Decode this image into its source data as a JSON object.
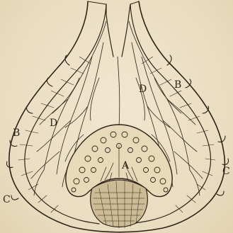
{
  "figure": {
    "labels": {
      "a": "A",
      "b_left": "B",
      "b_right": "B",
      "c_left": "C",
      "c_right": "C",
      "d_left": "D",
      "d_right": "D"
    },
    "colors": {
      "paper": "#ede0c6",
      "ink": "#2d2418"
    }
  }
}
